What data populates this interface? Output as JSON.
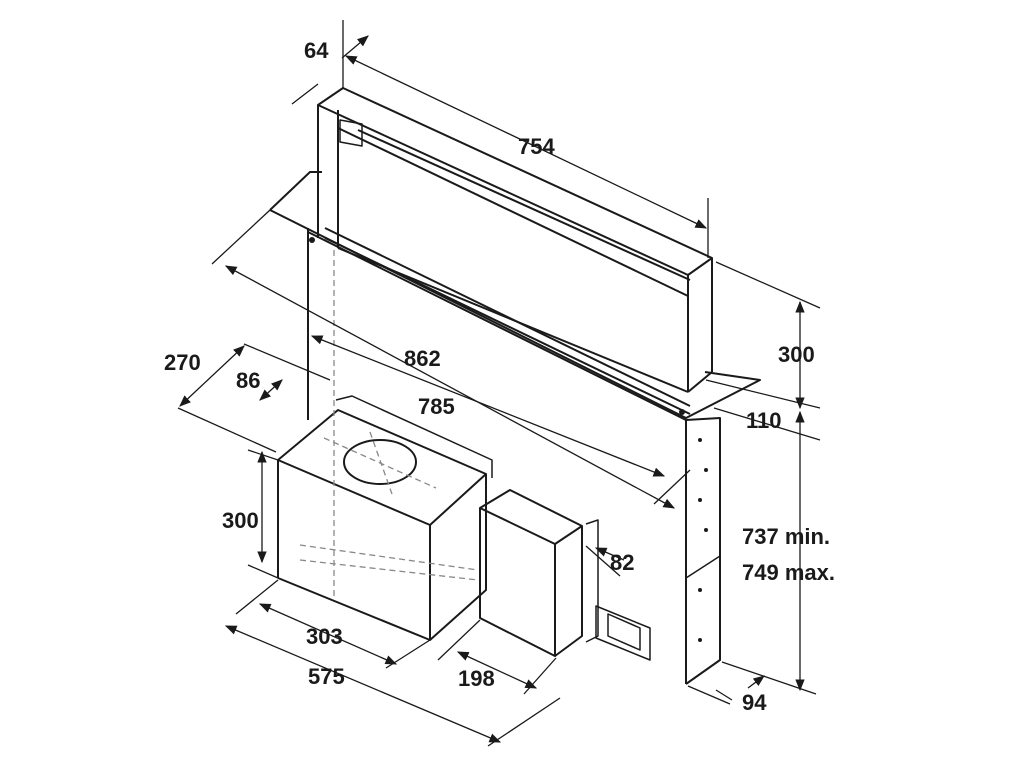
{
  "dimensions": {
    "top_depth": "64",
    "top_width": "754",
    "rise_height": "300",
    "plate_height": "110",
    "overall_width": "862",
    "body_width": "785",
    "motor_depth": "270",
    "motor_offset": "86",
    "motor_height": "300",
    "motor_width": "303",
    "total_base_width": "575",
    "control_box_width": "198",
    "control_box_depth": "82",
    "body_height_min": "737 min.",
    "body_height_max": "749 max.",
    "body_depth": "94"
  },
  "colors": {
    "line": "#1a1a1a",
    "dashed": "#888888",
    "background": "#ffffff"
  }
}
